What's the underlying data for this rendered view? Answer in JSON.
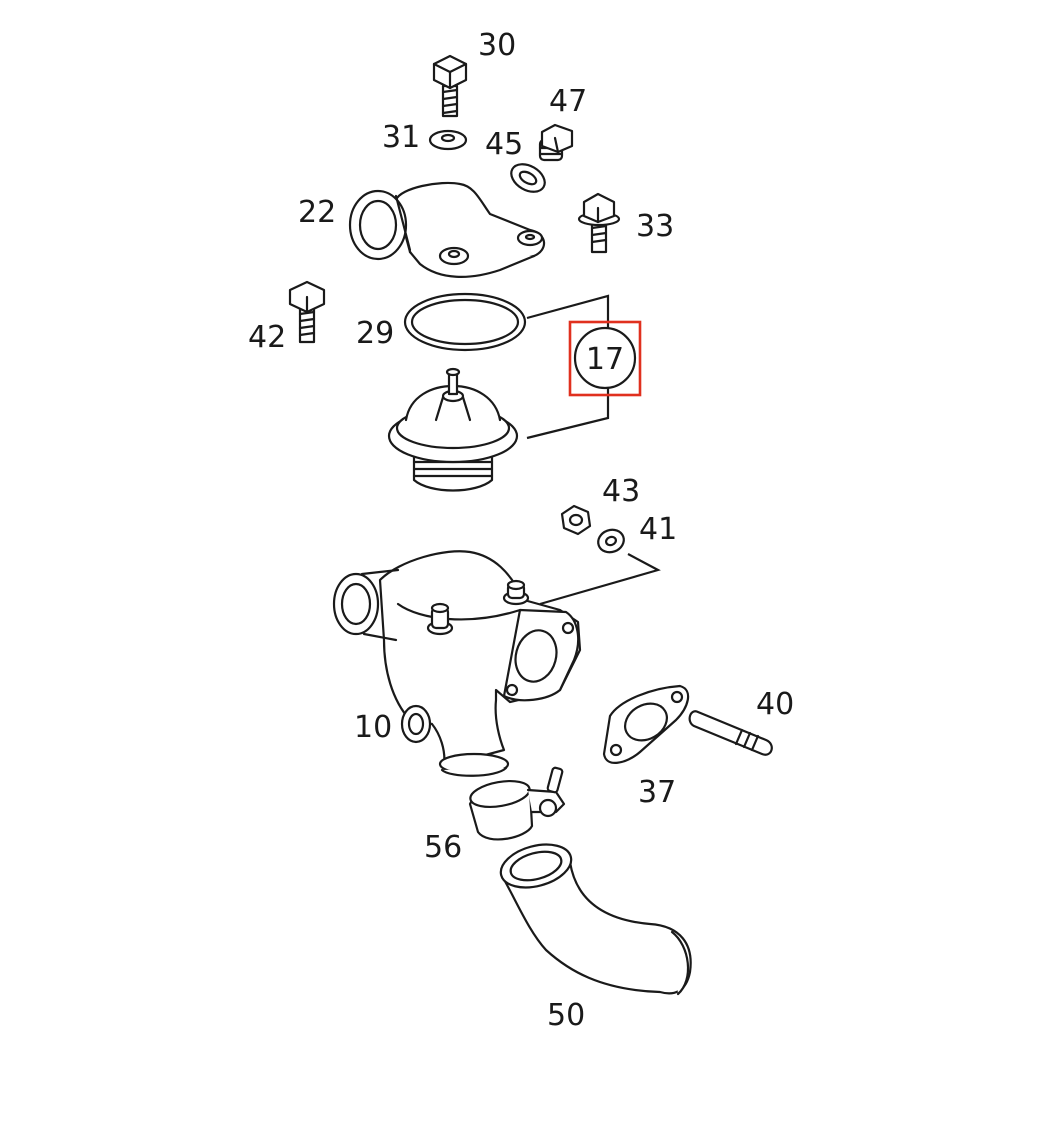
{
  "highlight_color": "#e0301e",
  "highlighted_part": "17",
  "labels": {
    "p30": "30",
    "p47": "47",
    "p31": "31",
    "p45": "45",
    "p22": "22",
    "p33": "33",
    "p42": "42",
    "p29": "29",
    "p17": "17",
    "p43": "43",
    "p41": "41",
    "p10": "10",
    "p40": "40",
    "p37": "37",
    "p56": "56",
    "p50": "50"
  }
}
